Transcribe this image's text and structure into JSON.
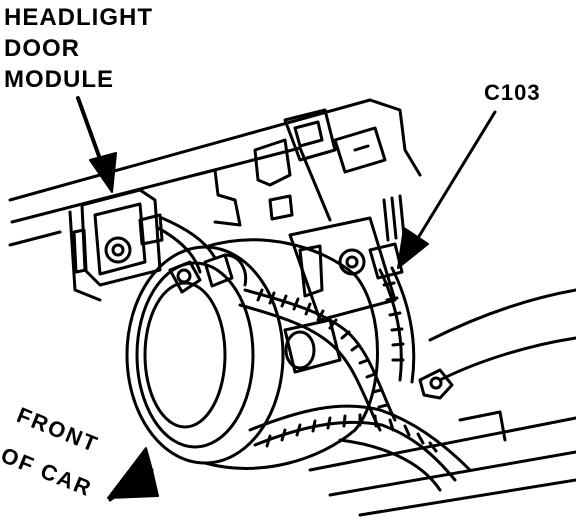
{
  "labels": {
    "module": [
      "HEADLIGHT",
      "DOOR",
      "MODULE"
    ],
    "connector": "C103",
    "direction": [
      "FRONT",
      "OF CAR"
    ]
  },
  "colors": {
    "ink": "#000000",
    "paper": "#ffffff"
  }
}
